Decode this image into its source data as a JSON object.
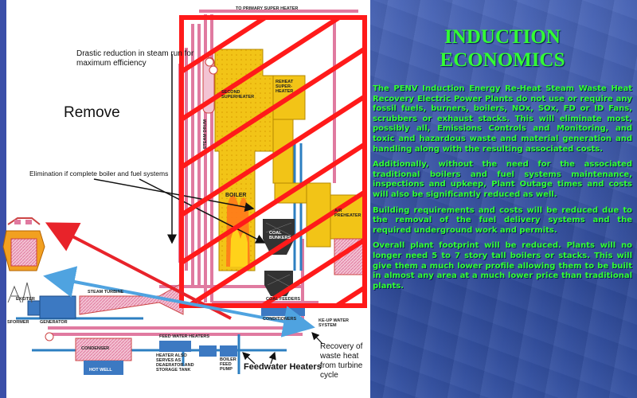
{
  "slide": {
    "title_line1": "INDUCTION",
    "title_line2": "ECONOMICS",
    "paragraphs": [
      "The PENV Induction Energy Re-Heat Steam Waste Heat Recovery Electric Power Plants do not use or require any fossil fuels, burners, boilers, NOx, SOx, FD or ID Fans, scrubbers or exhaust stacks. This will eliminate most, possibly all, Emissions Controls and Monitoring, and toxic and hazardous waste and material generation and handling along with the resulting associated costs.",
      "Additionally, without the need for the associated traditional boilers and fuel systems maintenance, inspections and upkeep, Plant Outage times and costs will also be significantly reduced as well.",
      "Building requirements and costs will be reduced due to the removal of the fuel delivery systems and the required underground work and permits.",
      "Overall plant footprint will be reduced. Plants will no longer need 5 to 7 story tall boilers or stacks. This will give them a much  lower profile allowing them to be built in almost any area at a much lower price than traditional plants."
    ]
  },
  "diagram": {
    "annotation_drastic": "Drastic reduction in steam run for maximum efficiency",
    "annotation_remove": "Remove",
    "annotation_elimination": "Elimination if complete boiler and fuel systems",
    "annotation_recovery": "Recovery of waste heat from turbine cycle",
    "annotation_feedwater": "Feedwater Heaters",
    "labels": {
      "primary_superheater": "TO PRIMARY SUPER HEATER",
      "steam_drum": "STEAM DRUM",
      "reheat_superheater": "REHEAT SUPER- HEATER",
      "second_superheater": "SECOND SUPERHEATER",
      "boiler": "BOILER",
      "coal_bunkers": "COAL BUNKERS",
      "coal_feeders": "COAL FEEDERS",
      "steam_turbine": "STEAM TURBINE",
      "generator": "GENERATOR",
      "condenser": "CONDENSER",
      "hot_well": "HOT WELL",
      "exciter": "EXCITER",
      "transformer": "SFORMER",
      "conditioners": "CONDITIONERS",
      "makeup_water": "KE-UP WATER SYSTEM",
      "feed_water_heaters": "FEED WATER HEATERS",
      "air_preheater": "AIR PREHEATER",
      "heater_deaerator": "HEATER ALSO SERVES AS DEAERATOR AND STORAGE TANK",
      "bf_pump": "BOILER FEED PUMP"
    }
  },
  "colors": {
    "title_green": "#33ff33",
    "remove_red": "#e8232a",
    "hatch_red": "#ff1a1a",
    "arrow_blue": "#4fa3e0",
    "boiler_yellow": "#f2c417",
    "pipe_pink": "#e07aa0"
  }
}
